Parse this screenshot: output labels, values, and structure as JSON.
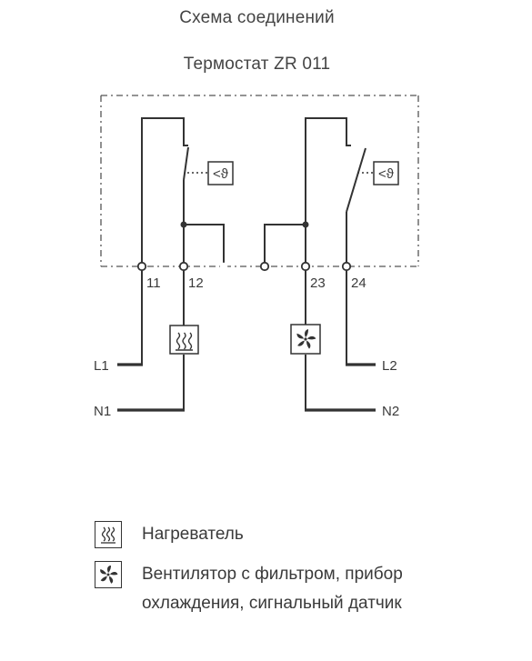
{
  "header": {
    "title": "Схема соединений",
    "subtitle": "Термостат ZR 011"
  },
  "terminals": {
    "t11": "11",
    "t12": "12",
    "t23": "23",
    "t24": "24"
  },
  "lines": {
    "l1": "L1",
    "n1": "N1",
    "l2": "L2",
    "n2": "N2"
  },
  "symbols": {
    "thermo_left": "<ϑ",
    "thermo_right": "<ϑ",
    "heater_icon": "heater-icon",
    "fan_icon": "fan-icon"
  },
  "legend": {
    "heater_label": "Нагреватель",
    "fan_label_line1": "Вентилятор с фильтром, прибор",
    "fan_label_line2": "охлаждения, сигнальный датчик"
  }
}
